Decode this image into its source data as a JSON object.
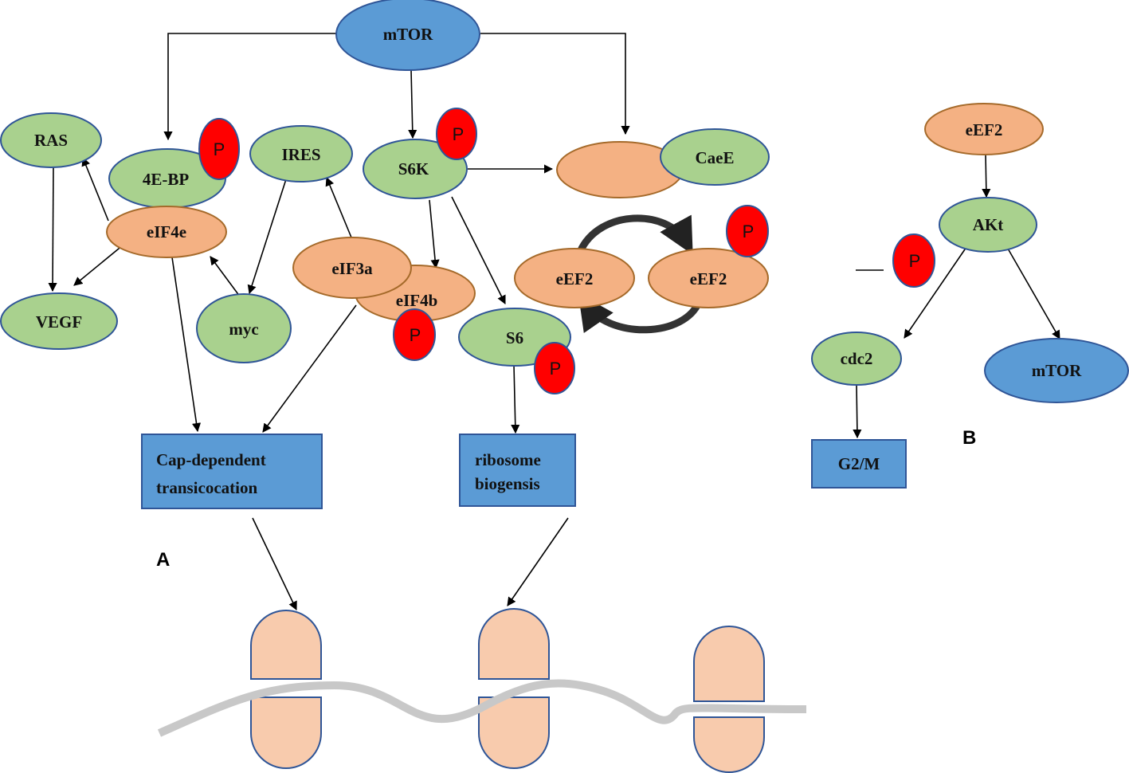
{
  "colors": {
    "blue_fill": "#5b9bd5",
    "blue_stroke": "#2f5597",
    "green_fill": "#a9d18e",
    "orange_fill": "#f4b183",
    "orange_stroke": "#a56a2a",
    "red_fill": "#ff0000",
    "ribosome_fill": "#f8cbad",
    "mrna": "#c8c8c8"
  },
  "panels": {
    "a": "A",
    "b": "B"
  },
  "phospho": "P",
  "nodes": {
    "mtor": "mTOR",
    "ras": "RAS",
    "fourebp": "4E-BP",
    "ires": "IRES",
    "s6k": "S6K",
    "caee": "CaeE",
    "eif4e": "eIF4e",
    "eif3a": "eIF3a",
    "eif4b": "eIF4b",
    "eef2_left": "eEF2",
    "eef2_right": "eEF2",
    "vegf": "VEGF",
    "myc": "myc",
    "s6": "S6",
    "cap_line1": "Cap-dependent",
    "cap_line2": "transicocation",
    "ribo_line1": "ribosome",
    "ribo_line2": "biogensis",
    "b_eef2": "eEF2",
    "b_akt": "AKt",
    "b_cdc2": "cdc2",
    "b_mtor": "mTOR",
    "b_g2m": "G2/M"
  }
}
